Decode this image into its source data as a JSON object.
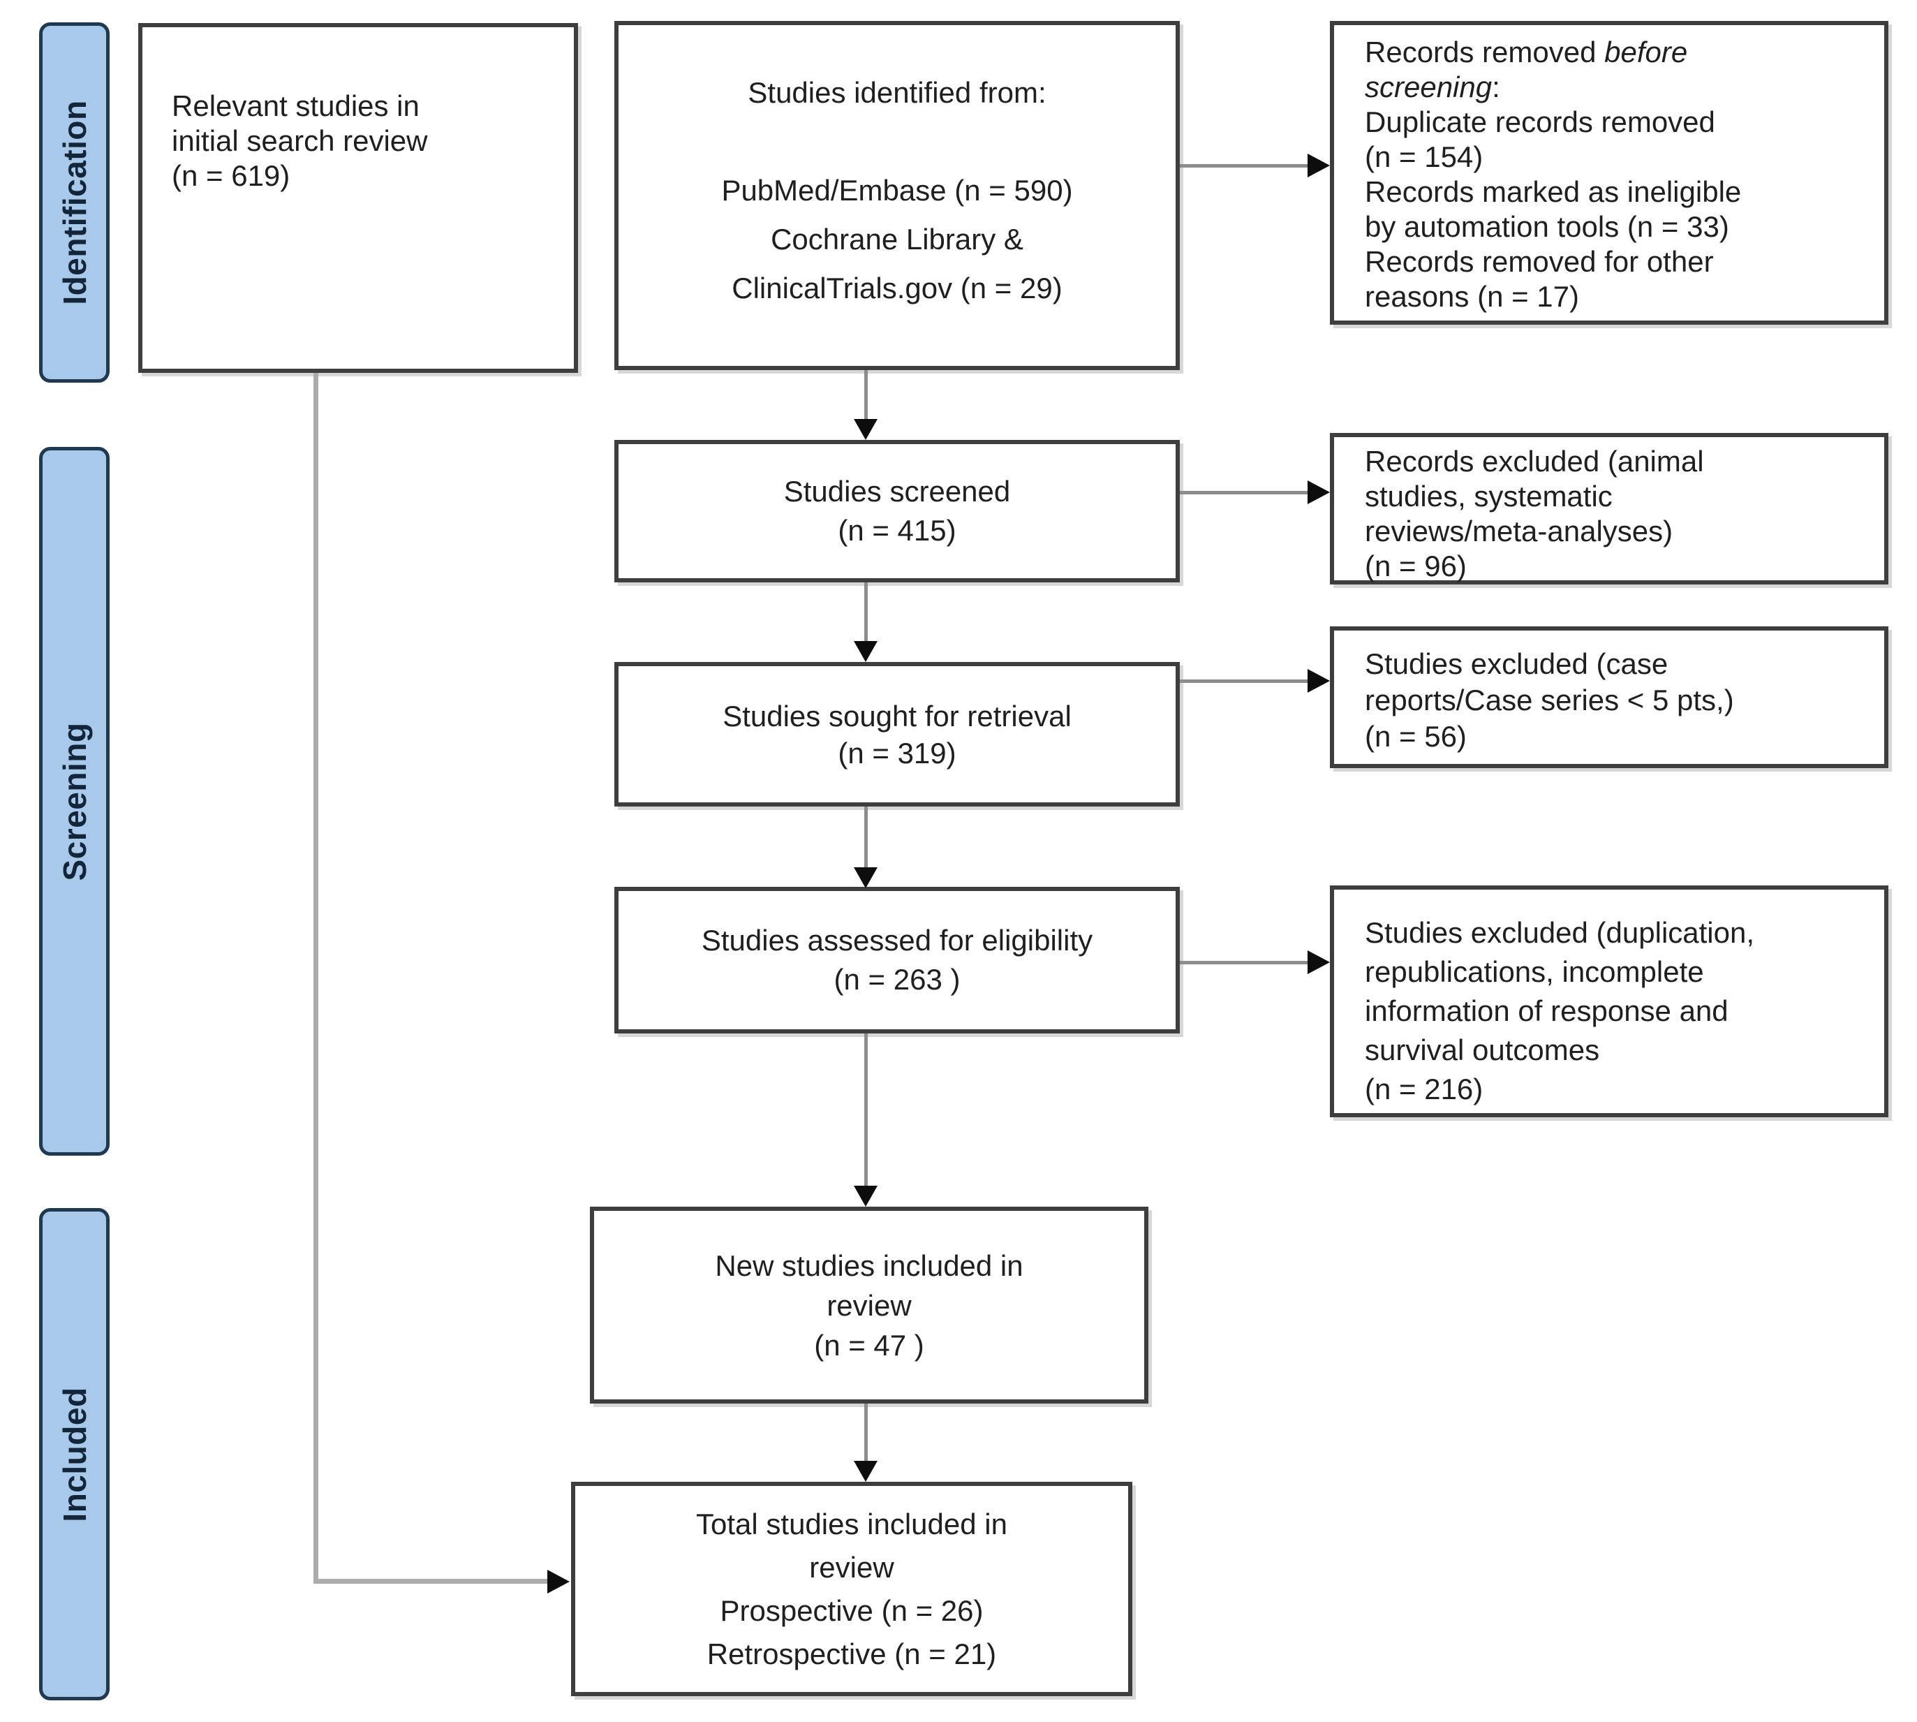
{
  "figure": {
    "kind": "PRISMA flow diagram of study selection"
  },
  "colors": {
    "sidebar_fill": "#a9c9ea",
    "sidebar_border": "#1f3950",
    "box_border": "#3e3e3e",
    "connector": "#8c8c8c",
    "elbow": "#ababab",
    "arrowhead": "#0d0d0d"
  },
  "sidebar": {
    "stages": [
      {
        "label": "Identification"
      },
      {
        "label": "Screening"
      },
      {
        "label": "Included"
      }
    ]
  },
  "boxes": {
    "initial_search": {
      "lines": [
        "Relevant studies in",
        "initial search review",
        "(n = 619)"
      ]
    },
    "identified": {
      "lines": [
        "Studies identified from:",
        "",
        "PubMed/Embase (n = 590)",
        "Cochrane Library &",
        "ClinicalTrials.gov (n = 29)"
      ]
    },
    "removed_before_screening": {
      "title_prefix": "Records removed ",
      "title_italic_line1": "before",
      "title_italic_line2": "screening",
      "title_suffix": ":",
      "lines": [
        "Duplicate records removed",
        "(n = 154)",
        "Records marked as ineligible",
        "by automation tools (n = 33)",
        "Records removed for other",
        "reasons (n = 17)"
      ]
    },
    "screened": {
      "lines": [
        "Studies screened",
        "(n = 415)"
      ]
    },
    "records_excluded": {
      "lines": [
        "Records excluded (animal",
        "studies, systematic",
        "reviews/meta-analyses)",
        "(n = 96)"
      ]
    },
    "sought_for_retrieval": {
      "lines": [
        "Studies sought for retrieval",
        "(n = 319)"
      ]
    },
    "excluded_case_reports": {
      "lines": [
        "Studies excluded  (case",
        "reports/Case series < 5 pts,)",
        "(n =  56)"
      ]
    },
    "assessed_for_eligibility": {
      "lines": [
        "Studies assessed for eligibility",
        "(n = 263 )"
      ]
    },
    "excluded_duplication": {
      "lines": [
        "Studies excluded (duplication,",
        "republications, incomplete",
        "information of response and",
        "survival outcomes",
        "(n = 216)"
      ]
    },
    "new_studies_included": {
      "lines": [
        "New studies included in",
        "review",
        "(n = 47 )"
      ]
    },
    "total_studies_included": {
      "lines": [
        "Total studies included in",
        "review",
        "Prospective (n = 26)",
        "Retrospective (n = 21)"
      ]
    }
  }
}
